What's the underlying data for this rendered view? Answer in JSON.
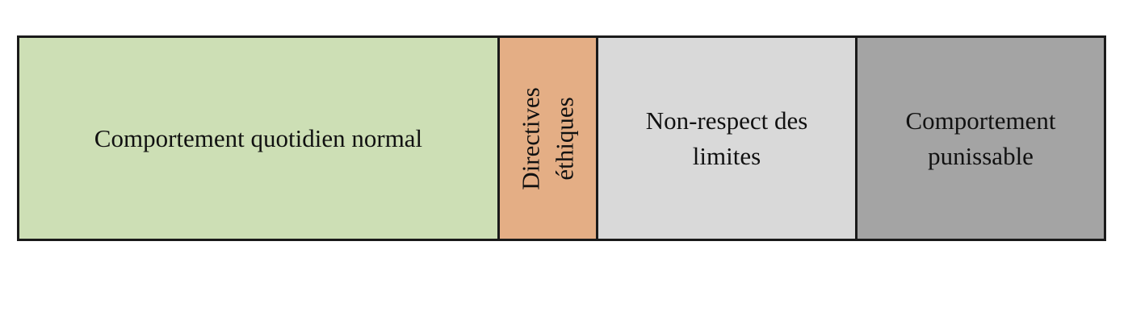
{
  "diagram": {
    "segments": [
      {
        "label": "Comportement quotidien normal",
        "color": "#cddfb5"
      },
      {
        "label": "Directives éthiques",
        "color": "#e4ae85"
      },
      {
        "label": "Non-respect des limites",
        "color": "#d9d9d9"
      },
      {
        "label": "Comportement punissable",
        "color": "#a4a4a4"
      }
    ]
  }
}
